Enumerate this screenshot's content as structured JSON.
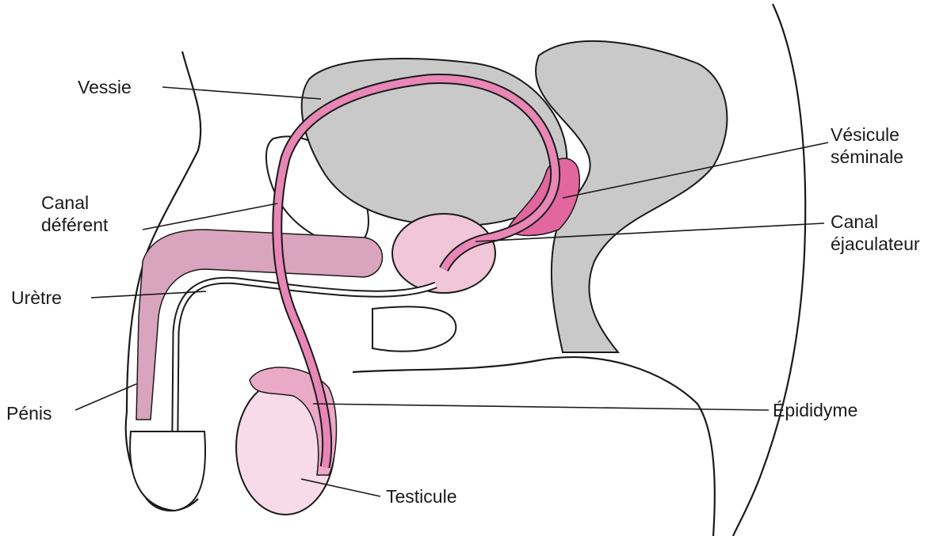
{
  "labels": {
    "vessie": "Vessie",
    "vesicule_seminale": [
      "Vésicule",
      "séminale"
    ],
    "canal_deferent": [
      "Canal",
      "déférent"
    ],
    "canal_ejaculateur": [
      "Canal",
      "éjaculateur"
    ],
    "uretre": "Urètre",
    "penis": "Pénis",
    "epididyme": "Épididyme",
    "testicule": "Testicule"
  },
  "colors": {
    "organ_grey": "#c9c9c9",
    "vas_deferens_pink": "#e886b6",
    "seminal_vesicle_pink": "#e2679f",
    "erectile_tissue": "#d9a4bd",
    "testicle_pink": "#f7dbe8",
    "prostate_pink": "#f0c6d8",
    "outline": "#1a1a1a"
  }
}
